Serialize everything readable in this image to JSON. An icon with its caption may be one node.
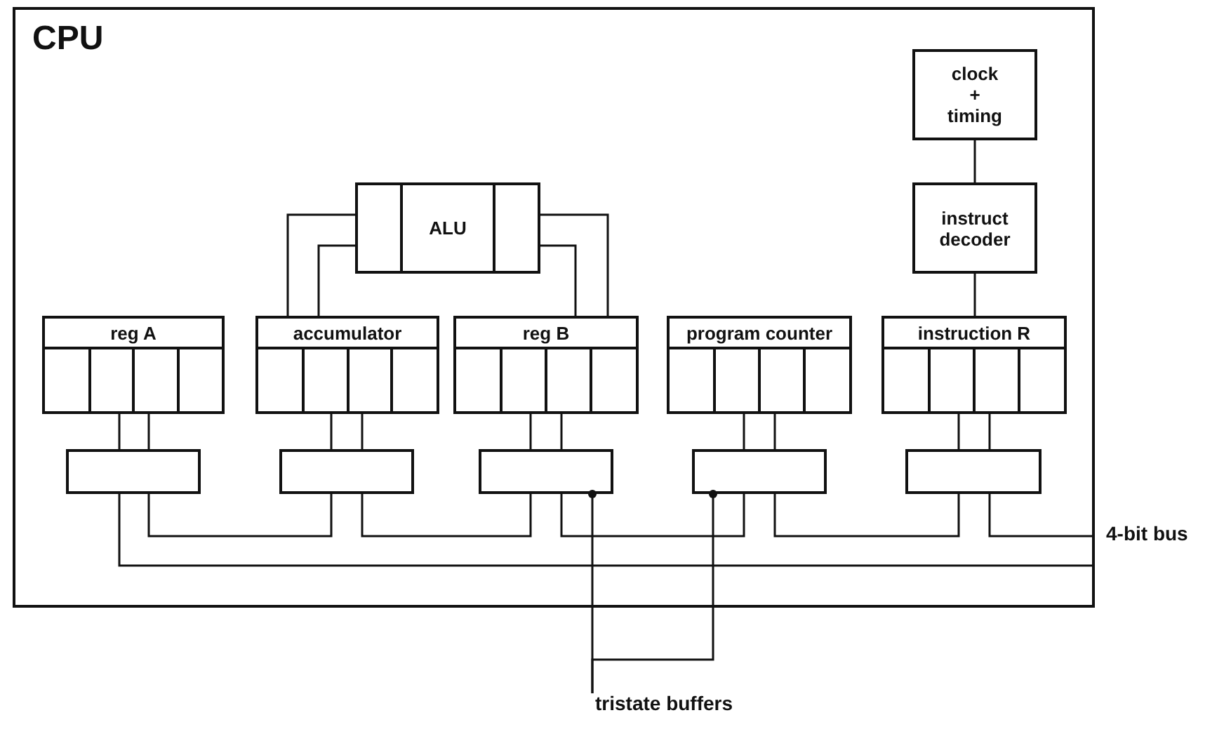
{
  "diagram": {
    "nodes": [
      {
        "text": [
          "CPU"
        ]
      },
      {
        "text": [
          "clock + timing"
        ],
        "in": 0
      },
      {
        "text": [
          "instruct decoder"
        ],
        "in": 0
      },
      {
        "text": [
          "ALU"
        ],
        "in": 0
      },
      {
        "text": [
          "reg A"
        ],
        "in": 0
      },
      {
        "text": [
          "accumulator"
        ],
        "in": 0
      },
      {
        "text": [
          "reg B"
        ],
        "in": 0
      },
      {
        "text": [
          "program counter"
        ],
        "in": 0
      },
      {
        "text": [
          "instruction R"
        ],
        "in": 0
      },
      {
        "text": [],
        "shape": "box",
        "in": 0
      },
      {
        "text": [],
        "shape": "box",
        "in": 0
      },
      {
        "text": [],
        "shape": "box",
        "in": 0
      },
      {
        "text": [],
        "shape": "box",
        "in": 0
      },
      {
        "text": [],
        "shape": "box",
        "in": 0
      },
      {
        "text": [
          "tristate buffers"
        ]
      }
    ],
    "edges": [
      {
        "from": 1,
        "to": 2,
        "arrow": "none"
      },
      {
        "from": 2,
        "to": 8,
        "arrow": "none"
      },
      {
        "from": 3,
        "to": 5,
        "arrow": "none"
      },
      {
        "from": 3,
        "to": 5,
        "arrow": "none"
      },
      {
        "from": 3,
        "to": 6,
        "arrow": "none"
      },
      {
        "from": 3,
        "to": 6,
        "arrow": "none"
      },
      {
        "from": 4,
        "to": 9,
        "arrow": "none"
      },
      {
        "from": 4,
        "to": 9,
        "arrow": "none"
      },
      {
        "from": 5,
        "to": 10,
        "arrow": "none"
      },
      {
        "from": 5,
        "to": 10,
        "arrow": "none"
      },
      {
        "from": 6,
        "to": 11,
        "arrow": "none"
      },
      {
        "from": 6,
        "to": 11,
        "arrow": "none"
      },
      {
        "from": 7,
        "to": 12,
        "arrow": "none"
      },
      {
        "from": 7,
        "to": 12,
        "arrow": "none"
      },
      {
        "from": 8,
        "to": 13,
        "arrow": "none"
      },
      {
        "from": 8,
        "to": 13,
        "arrow": "none"
      },
      {
        "from": 9,
        "to": 10,
        "arrow": "none"
      },
      {
        "from": 10,
        "to": 11,
        "arrow": "none"
      },
      {
        "from": 11,
        "to": 12,
        "arrow": "none"
      },
      {
        "from": 12,
        "to": 13,
        "arrow": "none"
      },
      {
        "from": 13,
        "to": 0,
        "arrow": "none"
      },
      {
        "from": 9,
        "to": 0,
        "arrow": "none"
      },
      {
        "from": 14,
        "to": 11,
        "arrow": "other"
      },
      {
        "from": 14,
        "to": 12,
        "arrow": "other"
      }
    ],
    "labels": [
      "4-bit bus"
    ]
  }
}
